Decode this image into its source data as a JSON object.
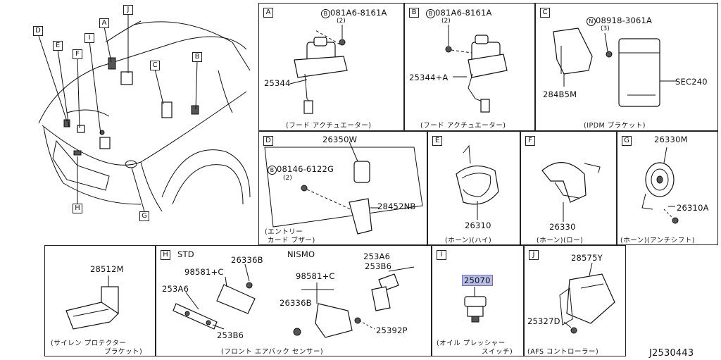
{
  "overview": {
    "tags": [
      "A",
      "B",
      "C",
      "D",
      "E",
      "F",
      "G",
      "H",
      "I",
      "J"
    ]
  },
  "panels": {
    "A": {
      "tag": "A",
      "bolt": "081A6-8161A",
      "qty": "(2)",
      "part": "25344",
      "caption": "(フード アクチュエーター)"
    },
    "B": {
      "tag": "B",
      "bolt": "081A6-8161A",
      "qty": "(2)",
      "part": "25344+A",
      "caption": "(フード アクチュエーター)"
    },
    "C": {
      "tag": "C",
      "nut": "08918-3061A",
      "qty": "(3)",
      "part": "284B5M",
      "sec": "SEC240",
      "caption": "(IPDM ブラケット)"
    },
    "D": {
      "tag": "D",
      "bolt": "08146-6122G",
      "qty": "(2)",
      "top": "26350W",
      "part": "28452NB",
      "caption1": "(エントリー",
      "caption2": "カード ブザー)"
    },
    "E": {
      "tag": "E",
      "part": "26310",
      "caption": "(ホーン)(ハイ)"
    },
    "F": {
      "tag": "F",
      "part": "26330",
      "caption": "(ホーン)(ロー)"
    },
    "G": {
      "tag": "G",
      "top": "26330M",
      "part": "26310A",
      "caption": "(ホーン)(アンチシフト)"
    },
    "S": {
      "part": "28512M",
      "caption1": "(サイレン プロテクター",
      "caption2": "ブラケット)"
    },
    "H": {
      "tag": "H",
      "std": "STD",
      "nismo": "NISMO",
      "p1": "26336B",
      "p2": "98581+C",
      "p3": "253A6",
      "p4": "253B6",
      "p5": "98581+C",
      "p6": "26336B",
      "p7": "253A6",
      "p8": "253B6",
      "p9": "25392P",
      "caption": "(フロント エアバック センサー)"
    },
    "I": {
      "tag": "I",
      "part": "25070",
      "caption1": "(オイル プレッシャー",
      "caption2": "スイッチ)"
    },
    "J": {
      "tag": "J",
      "top": "28575Y",
      "part": "25327D",
      "caption": "(AFS コントローラー)"
    }
  },
  "diagram_id": "J2530443"
}
